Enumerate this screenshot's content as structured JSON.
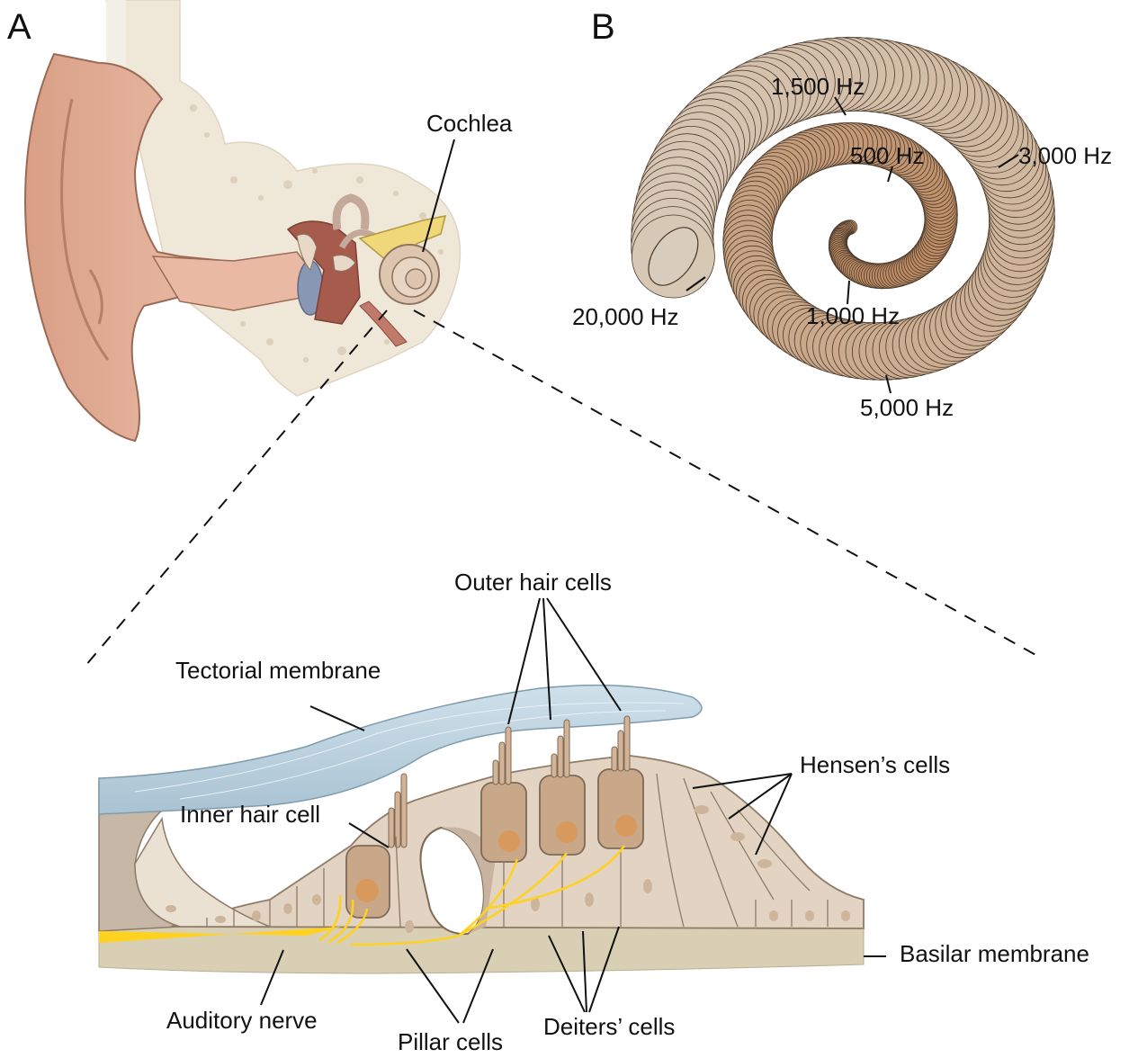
{
  "panels": {
    "a": "A",
    "b": "B"
  },
  "ear": {
    "cochlea": "Cochlea"
  },
  "spiral": {
    "f1500": "1,500 Hz",
    "f500": "500 Hz",
    "f3000": "3,000 Hz",
    "f20000": "20,000 Hz",
    "f1000": "1,000 Hz",
    "f5000": "5,000 Hz"
  },
  "organ": {
    "outer_hair_cells": "Outer hair cells",
    "tectorial_membrane": "Tectorial membrane",
    "hensens_cells": "Hensen’s cells",
    "inner_hair_cell": "Inner hair cell",
    "basilar_membrane": "Basilar membrane",
    "auditory_nerve": "Auditory nerve",
    "pillar_cells": "Pillar cells",
    "deiters_cells": "Deiters’ cells"
  },
  "colors": {
    "skin": "#e8b8a0",
    "bone": "#eee6d6",
    "spiral": "#c9a07a",
    "tectorial": "#b8cfdc",
    "cells": "#e2d3c3",
    "hair_cell": "#c9a88a",
    "nucleus": "#d89a5c",
    "nerve": "#ffd21f",
    "basilar": "#d8cfb4"
  }
}
